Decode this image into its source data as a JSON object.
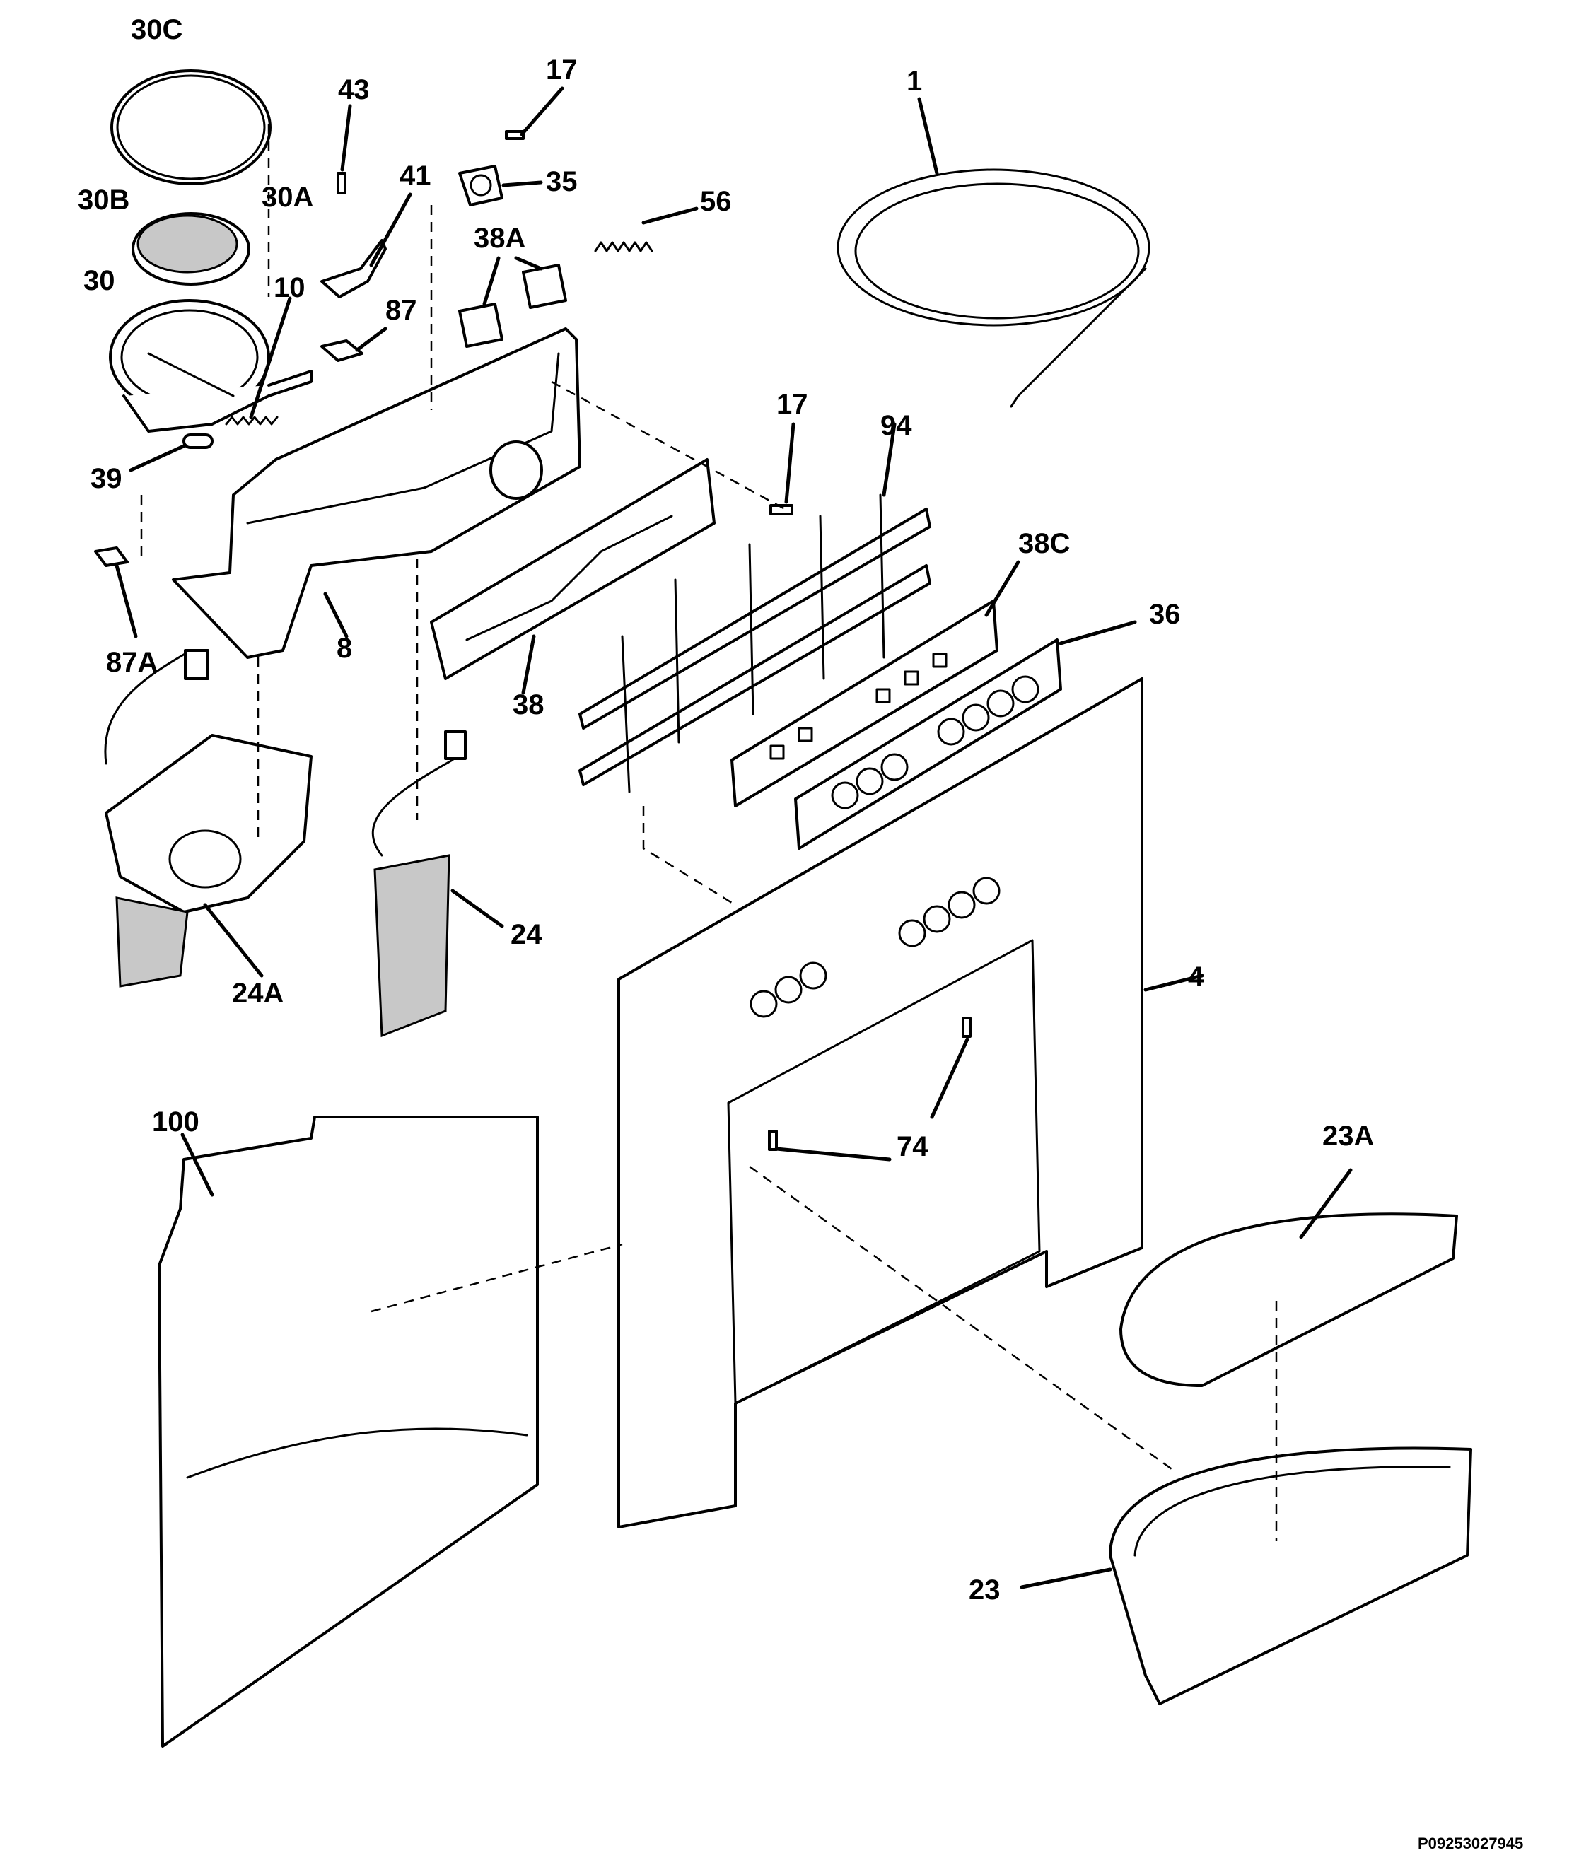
{
  "callouts": {
    "c30C": "30C",
    "c43": "43",
    "c17a": "17",
    "c1": "1",
    "c35": "35",
    "c30B": "30B",
    "c30A": "30A",
    "c41": "41",
    "c56": "56",
    "c38A": "38A",
    "c30": "30",
    "c10": "10",
    "c87": "87",
    "c39": "39",
    "c17b": "17",
    "c94": "94",
    "c38C": "38C",
    "c36": "36",
    "c87A": "87A",
    "c8": "8",
    "c38": "38",
    "c24": "24",
    "c24A": "24A",
    "c4": "4",
    "c74": "74",
    "c100": "100",
    "c23A": "23A",
    "c23": "23"
  },
  "reference": "P09253027945"
}
